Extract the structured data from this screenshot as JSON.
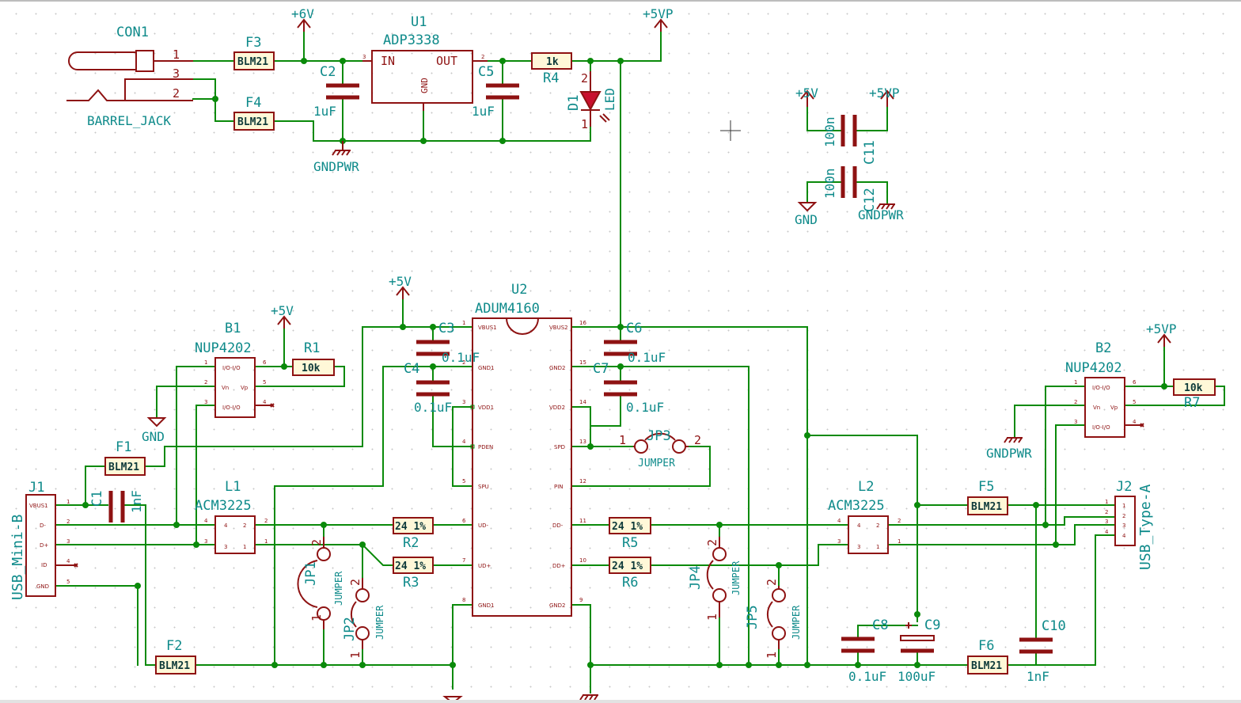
{
  "power": {
    "p6v": "+6V",
    "p5vp_top": "+5VP",
    "p5v_a": "+5V",
    "p5vp_b": "+5VP",
    "gnd_a": "GND",
    "gndpwr_b": "GNDPWR",
    "p5v_mid": "+5V",
    "p5v_b1": "+5V",
    "gnd_b1": "GND",
    "p5vp_b2": "+5VP",
    "gndpwr_b2": "GNDPWR",
    "gndpwr_top": "GNDPWR"
  },
  "top": {
    "con1": "CON1",
    "barrel": "BARREL_JACK",
    "f3": "F3",
    "f3v": "BLM21",
    "f4": "F4",
    "f4v": "BLM21",
    "u1": "U1",
    "u1v": "ADP3338",
    "u1_in": "IN",
    "u1_out": "OUT",
    "u1_gnd": "GND",
    "c2": "C2",
    "c2v": "1uF",
    "c5": "C5",
    "c5v": "1uF",
    "r4": "R4",
    "r4v": "1k",
    "d1": "D1",
    "d1v": "LED",
    "c11": "C11",
    "c11v": "100n",
    "c12": "C12",
    "c12v": "100n"
  },
  "main": {
    "j1": "J1",
    "j1v": "USB_Mini-B",
    "j1_pins": [
      "VBUS1",
      "D-",
      "D+",
      "ID",
      "GND"
    ],
    "f1": "F1",
    "f1v": "BLM21",
    "c1": "C1",
    "c1v": "1nF",
    "f2": "F2",
    "f2v": "BLM21",
    "b1": "B1",
    "b1v": "NUP4202",
    "r1": "R1",
    "r1v": "10k",
    "l1": "L1",
    "l1v": "ACM3225",
    "jp1": "JP1",
    "jp1v": "JUMPER",
    "jp2": "JP2",
    "jp2v": "JUMPER",
    "r2": "R2",
    "r2v": "24 1%",
    "r3": "R3",
    "r3v": "24 1%",
    "u2": "U2",
    "u2v": "ADUM4160",
    "u2_left": [
      "VBUS1",
      "GND1",
      "VDD1",
      "PDEN",
      "SPU",
      "UD-",
      "UD+",
      "GND1"
    ],
    "u2_right": [
      "VBUS2",
      "GND2",
      "VDD2",
      "SPD",
      "PIN",
      "DD-",
      "DD+",
      "GND2"
    ],
    "c3": "C3",
    "c3v": "0.1uF",
    "c4": "C4",
    "c4v": "0.1uF",
    "c6": "C6",
    "c6v": "0.1uF",
    "c7": "C7",
    "c7v": "0.1uF",
    "jp3": "JP3",
    "jp3v": "JUMPER",
    "r5": "R5",
    "r5v": "24 1%",
    "r6": "R6",
    "r6v": "24 1%",
    "jp4": "JP4",
    "jp4v": "JUMPER",
    "jp5": "JP5",
    "jp5v": "JUMPER",
    "l2": "L2",
    "l2v": "ACM3225",
    "b2": "B2",
    "b2v": "NUP4202",
    "r7": "R7",
    "r7v": "10k",
    "f5": "F5",
    "f5v": "BLM21",
    "f6": "F6",
    "f6v": "BLM21",
    "j2": "J2",
    "j2v": "USB_Type-A",
    "c8": "C8",
    "c8v": "0.1uF",
    "c9": "C9",
    "c9v": "100uF",
    "c10": "C10",
    "c10v": "1nF"
  }
}
